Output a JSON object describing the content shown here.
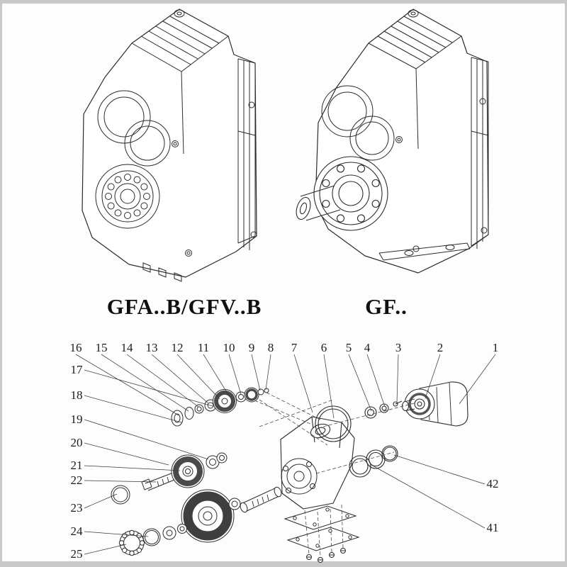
{
  "ink_color": "#2b2b2b",
  "labels": {
    "left_model": "GFA..B/GFV..B",
    "right_model": "GF.."
  },
  "exploded": {
    "top_callouts": [
      "16",
      "15",
      "14",
      "13",
      "12",
      "11",
      "10",
      "9",
      "8",
      "7",
      "6",
      "5",
      "4",
      "3",
      "2",
      "1"
    ],
    "left_callouts": [
      "17",
      "18",
      "19",
      "20",
      "21",
      "22",
      "23",
      "24",
      "25"
    ],
    "right_callouts": [
      "42",
      "41"
    ]
  }
}
